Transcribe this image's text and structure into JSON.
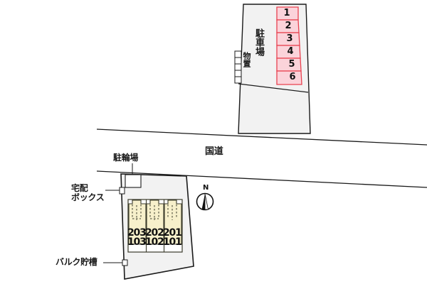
{
  "map": {
    "title": "property-site-plan",
    "colors": {
      "stall_fill": "#fbd3da",
      "stall_stroke": "#e8414f",
      "plot_fill": "#f2f2f2",
      "plot_stroke": "#1a1a1a",
      "building_fill": "#f7f0cb",
      "building_stroke": "#3a3a2a",
      "road_line": "#1a1a1a",
      "text": "#1a1a1a",
      "page_bg": "#ffffff"
    },
    "road": {
      "label": "国道"
    },
    "compass": {
      "north_label": "N",
      "icon": "compass-rose-icon"
    },
    "upper_plot": {
      "parking_label": "駐車場",
      "storage_label": "物置",
      "storage_cell_count": 5,
      "stalls": [
        {
          "number": "1"
        },
        {
          "number": "2"
        },
        {
          "number": "3"
        },
        {
          "number": "4"
        },
        {
          "number": "5"
        },
        {
          "number": "6"
        }
      ]
    },
    "lower_plot": {
      "bicycle_parking_label": "駐輪場",
      "delivery_box_label": "宅配\nボックス",
      "bulk_tank_label": "バルク貯槽",
      "building": {
        "units_upper_floor": [
          "203",
          "202",
          "201"
        ],
        "units_lower_floor": [
          "103",
          "102",
          "101"
        ]
      }
    }
  }
}
